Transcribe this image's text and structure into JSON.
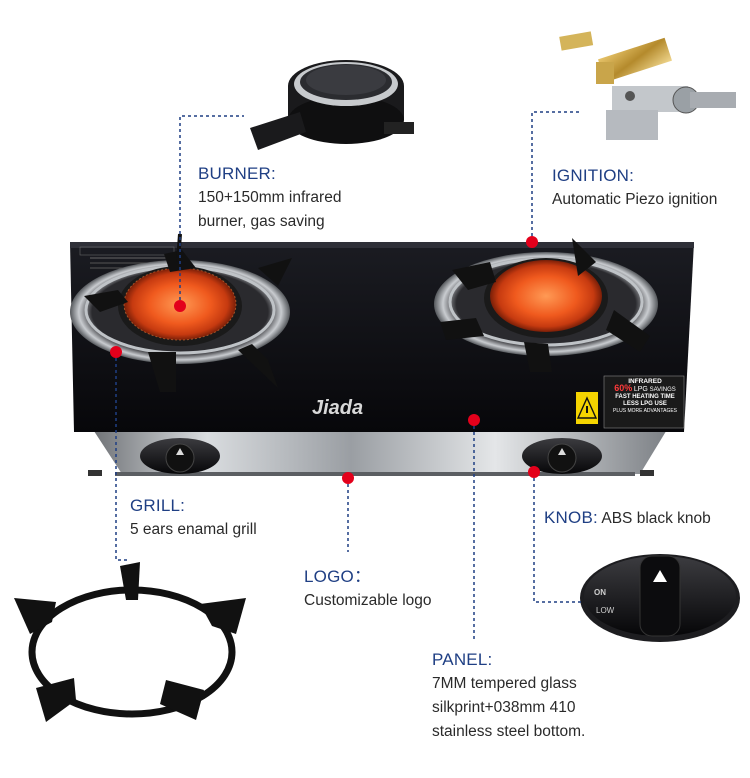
{
  "brand": {
    "logo_text": "Jiada"
  },
  "burner": {
    "title": "BURNER",
    "sep": ":",
    "desc_line1": "150+150mm infrared",
    "desc_line2": "burner, gas saving"
  },
  "ignition": {
    "title": "IGNITION",
    "sep": ":",
    "desc": "Automatic Piezo ignition"
  },
  "grill": {
    "title": "GRILL",
    "sep": ":",
    "desc": "5 ears enamal grill"
  },
  "knob": {
    "title": "KNOB",
    "sep": ":",
    "desc": " ABS black knob",
    "on_label": "ON",
    "low_label": "LOW"
  },
  "logo": {
    "title": "LOGO",
    "sep": "：",
    "desc": "Customizable logo"
  },
  "panel": {
    "title": "PANEL",
    "sep": ":",
    "desc_line1": "7MM tempered glass",
    "desc_line2": "silkprint+038mm 410",
    "desc_line3": "stainless steel bottom."
  },
  "sticker": {
    "line1": "INFRARED",
    "line2": "60%",
    "line2b": "LPG",
    "line2c": "SAVINGS",
    "line3": "FAST HEATING TIME",
    "line4": "LESS LPG USE",
    "line5": "PLUS MORE ADVANTAGES"
  },
  "colors": {
    "accent": "#1f3f84",
    "marker": "#e3001b",
    "glass": "#0d0d10",
    "flame": "#f05a1e"
  }
}
